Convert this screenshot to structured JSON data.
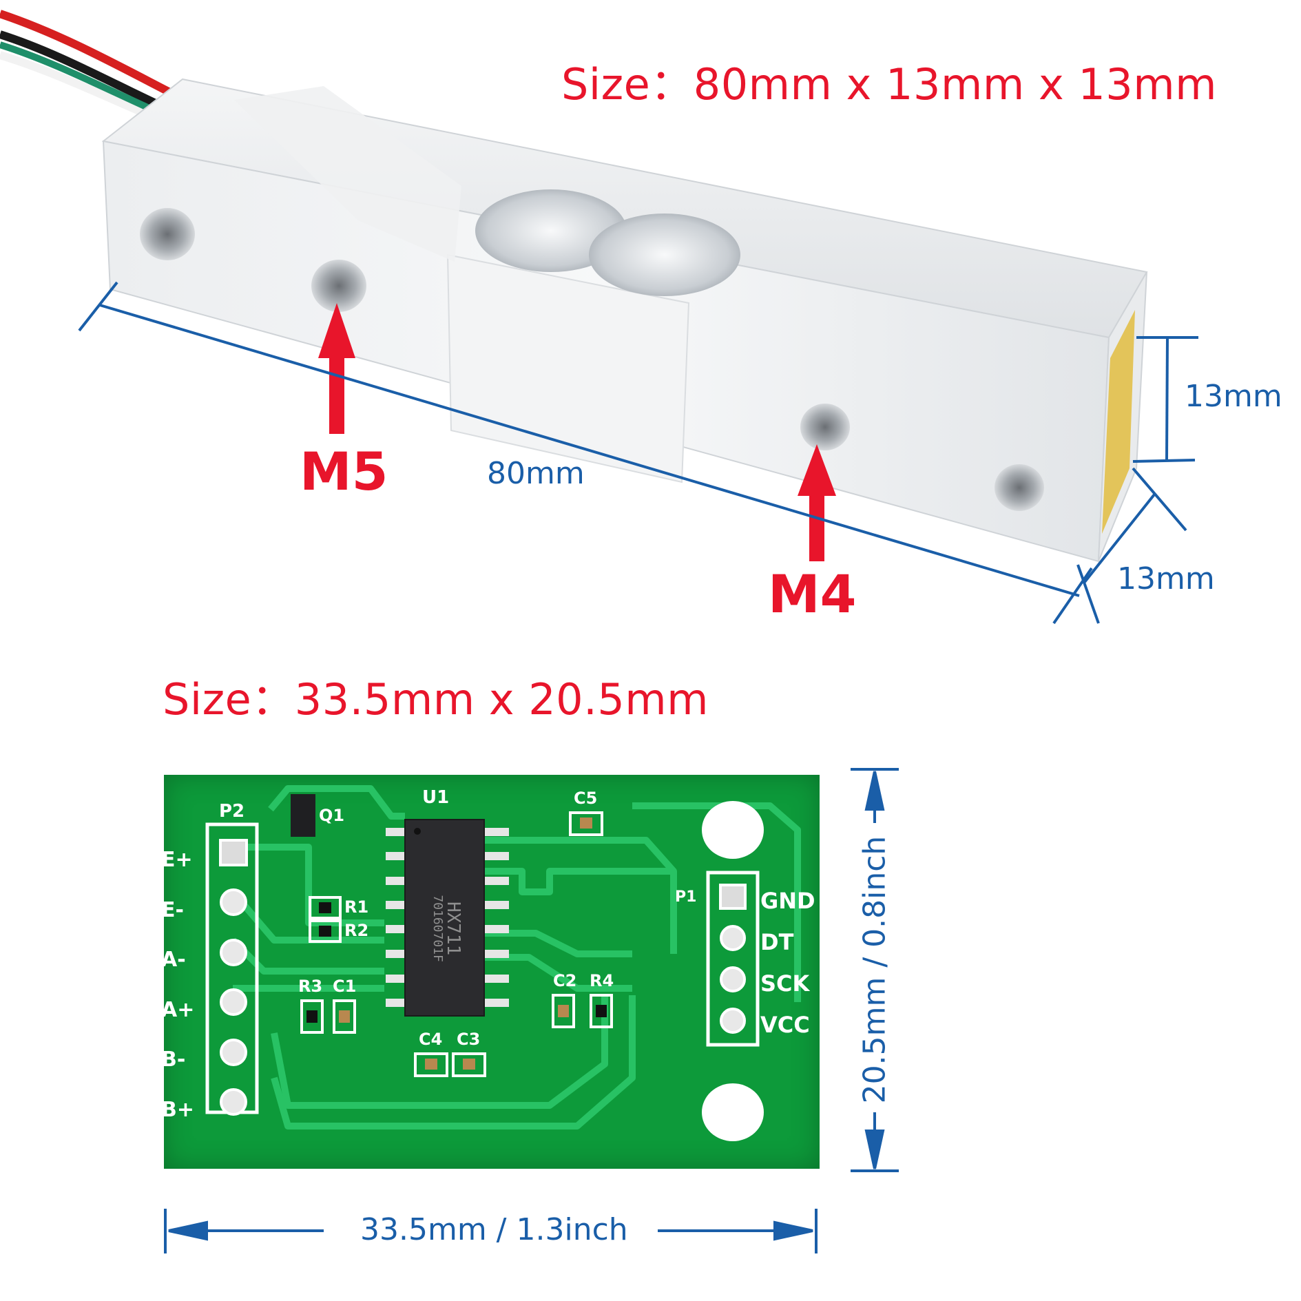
{
  "load_cell": {
    "size_title": "Size：80mm x 13mm x 13mm",
    "dimensions": {
      "length": "80mm",
      "height": "13mm",
      "width": "13mm"
    },
    "threads": {
      "left": "M5",
      "right": "M4"
    },
    "colors": {
      "title": "#e8152b",
      "dimension_lines": "#1a5ea8",
      "aluminum": "#e6e8ea",
      "label_end": "#e3c45a"
    },
    "wires": [
      "red",
      "black",
      "white",
      "green"
    ]
  },
  "hx711_board": {
    "size_title": "Size：33.5mm x 20.5mm",
    "dimensions": {
      "width": "33.5mm / 1.3inch",
      "height": "20.5mm / 0.8inch"
    },
    "chip": {
      "designator": "U1",
      "marking_line1": "HX711",
      "marking_line2": "70160701F"
    },
    "header_p2": {
      "designator": "P2",
      "pins": [
        "E+",
        "E-",
        "A-",
        "A+",
        "B-",
        "B+"
      ]
    },
    "header_p1": {
      "designator": "P1",
      "pins": [
        "GND",
        "DT",
        "SCK",
        "VCC"
      ]
    },
    "components": {
      "q1": "Q1",
      "r1": "R1",
      "r2": "R2",
      "r3": "R3",
      "r4": "R4",
      "c1": "C1",
      "c2": "C2",
      "c3": "C3",
      "c4": "C4",
      "c5": "C5"
    },
    "colors": {
      "pcb": "#0d9a3a",
      "trace": "#28c264",
      "silkscreen": "#ffffff"
    }
  }
}
